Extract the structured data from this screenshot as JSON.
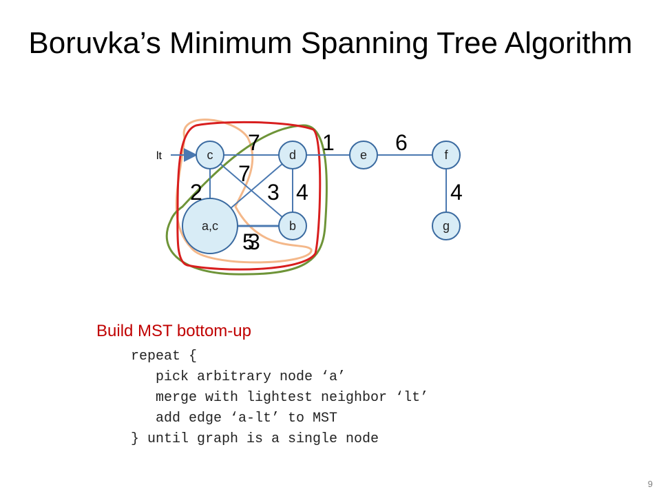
{
  "slide": {
    "title": "Boruvka’s Minimum Spanning Tree Algorithm",
    "page_number": "9"
  },
  "graph": {
    "pointer_label": "lt",
    "nodes": {
      "c": "c",
      "d": "d",
      "e": "e",
      "f": "f",
      "ac": "a,c",
      "b": "b",
      "g": "g"
    },
    "edge_weights": {
      "c_d": "7",
      "d_e": "1",
      "e_f": "6",
      "c_b": "7",
      "ac_c": "2",
      "ac_d": "3",
      "d_b": "4",
      "f_g": "4",
      "ac_b_a": "5",
      "ac_b_b": "3"
    },
    "colors": {
      "node_fill": "#d8ecf6",
      "node_stroke": "#3a6aa0",
      "edge": "#4a78b0",
      "outline_red": "#d81e1e",
      "outline_green": "#6e9438",
      "outline_peach": "#f4b88a",
      "pointer_arrow": "#4a78b0"
    }
  },
  "algorithm": {
    "heading": "Build MST bottom-up",
    "lines": [
      "repeat {",
      "   pick arbitrary node ‘a’",
      "   merge with lightest neighbor ‘lt’",
      "   add edge ‘a-lt’ to MST",
      "} until graph is a single node"
    ]
  }
}
